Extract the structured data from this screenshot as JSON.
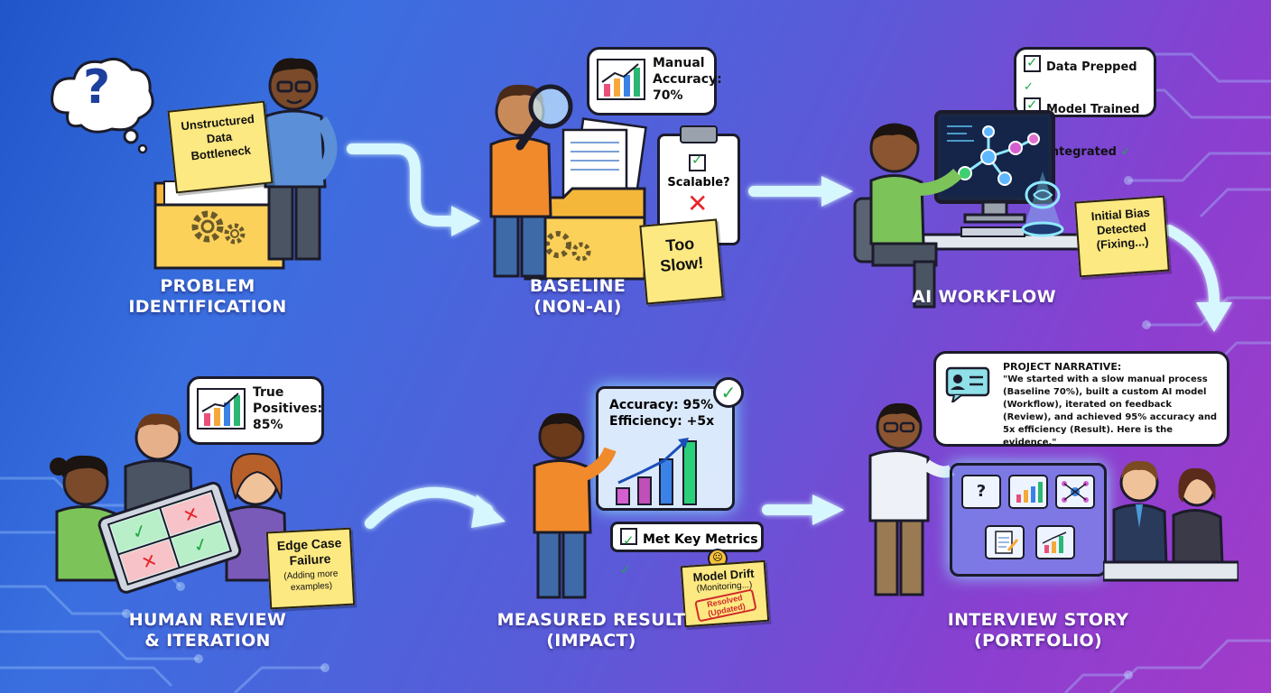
{
  "stages": [
    {
      "id": "problem",
      "label_line1": "PROBLEM",
      "label_line2": "IDENTIFICATION",
      "bubble_symbol": "?",
      "note": "Unstructured Data Bottleneck"
    },
    {
      "id": "baseline",
      "label_line1": "BASELINE",
      "label_line2": "(NON-AI)",
      "bubble_text": "Manual Accuracy: 70%",
      "clipboard_text": "Scalable?",
      "note": "Too Slow!"
    },
    {
      "id": "workflow",
      "label_line1": "AI WORKFLOW",
      "checklist": [
        "Data Prepped",
        "Model Trained",
        "Integrated"
      ],
      "note": "Initial Bias Detected (Fixing...)"
    },
    {
      "id": "review",
      "label_line1": "HUMAN REVIEW",
      "label_line2": "& ITERATION",
      "bubble_text": "True Positives: 85%",
      "note_title": "Edge Case Failure",
      "note_sub": "(Adding more examples)"
    },
    {
      "id": "result",
      "label_line1": "MEASURED RESULT",
      "label_line2": "(IMPACT)",
      "panel_line1": "Accuracy: 95%",
      "panel_line2": "Efficiency: +5x",
      "badge": "Met Key Metrics",
      "note_title": "Model Drift",
      "note_sub": "(Monitoring...)",
      "stamp": "Resolved (Updated)"
    },
    {
      "id": "story",
      "label_line1": "INTERVIEW STORY",
      "label_line2": "(PORTFOLIO)",
      "narrative_title": "PROJECT NARRATIVE:",
      "narrative_text": "\"We started with a slow manual process (Baseline 70%), built a custom AI model (Workflow), iterated on feedback (Review), and achieved 95% accuracy and 5x efficiency (Result). Here is the evidence.\""
    }
  ],
  "colors": {
    "accent_glow": "#8fe9ff",
    "note_yellow": "#fde982",
    "check_green": "#22a844",
    "cross_red": "#e8262a",
    "arrow": "#c9f4ff"
  },
  "icons": [
    "question-icon",
    "folder-icon",
    "gear-icon",
    "magnifier-icon",
    "clipboard-icon",
    "monitor-icon",
    "neural-network-icon",
    "brain-hologram-icon",
    "tablet-icon",
    "bar-chart-icon",
    "profile-card-icon",
    "flow-arrow-icon"
  ]
}
